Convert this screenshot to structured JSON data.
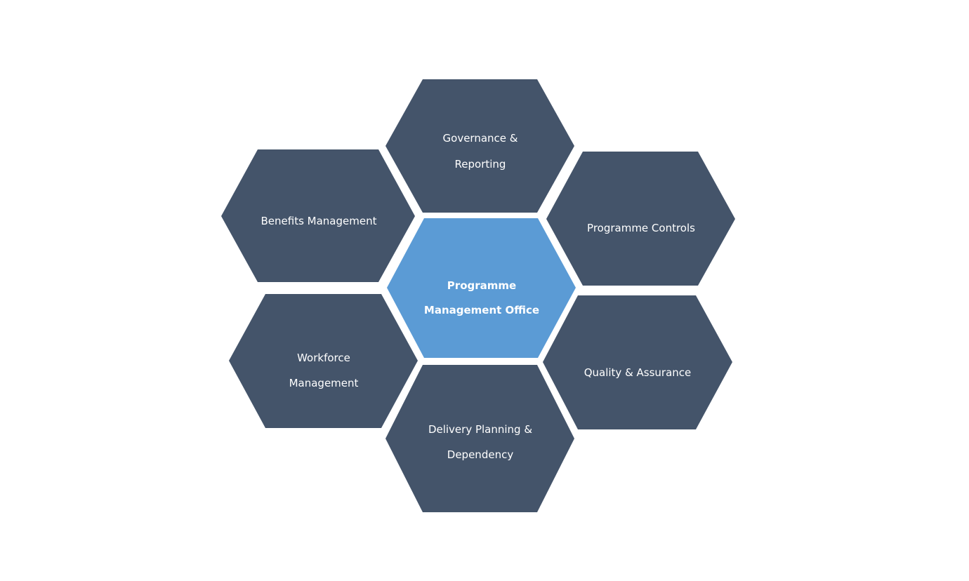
{
  "diagram": {
    "colors": {
      "outer": "#44546A",
      "center": "#5B9BD5",
      "text": "#FFFFFF"
    },
    "center": {
      "lines": [
        "Programme",
        "Management Office"
      ]
    },
    "nodes": [
      {
        "lines": [
          "Governance &",
          "Reporting"
        ]
      },
      {
        "lines": [
          "Benefits Management"
        ]
      },
      {
        "lines": [
          "Programme Controls"
        ]
      },
      {
        "lines": [
          "Workforce",
          "Management"
        ]
      },
      {
        "lines": [
          "Quality & Assurance"
        ]
      },
      {
        "lines": [
          "Delivery Planning &",
          "Dependency"
        ]
      }
    ]
  }
}
